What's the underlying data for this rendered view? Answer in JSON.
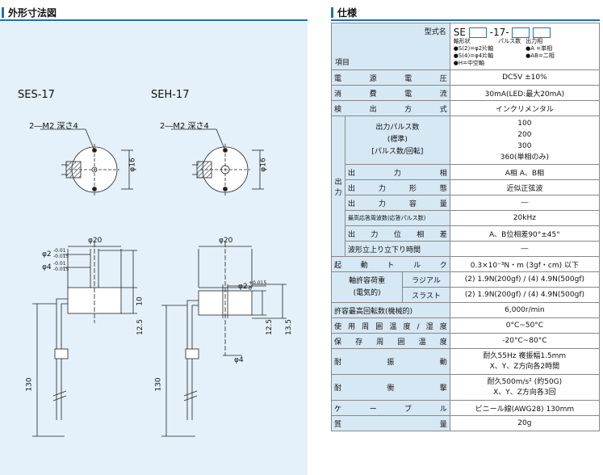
{
  "left": {
    "title": "外形寸法図",
    "ses_label": "SES-17",
    "seh_label": "SEH-17",
    "note_m2": "2―M2 深さ4",
    "dim_phi16": "φ16",
    "dim_phi20": "φ20",
    "dim_phi2": "φ2",
    "dim_phi2_tol_upper": "-0.01",
    "dim_phi2_tol_lower": "-0.015",
    "dim_phi4": "φ4",
    "dim_phi4_tol_upper": "-0.01",
    "dim_phi4_tol_lower": "-0.015",
    "dim_hole_phi2": "φ2",
    "dim_hole_tol": "+0.015",
    "dim_hole_tol2": "0",
    "dim_phi4_bottom": "φ4",
    "dim_10": "10",
    "dim_12_5": "12.5",
    "dim_13_5": "13.5",
    "dim_130": "130"
  },
  "right": {
    "title": "仕様",
    "header": {
      "model_label": "型式名",
      "item_label": "項目",
      "model_code_prefix": "SE",
      "model_code_mid": "-17-",
      "shaft_label": "軸形状",
      "shaft_opts": [
        "●S(2)=φ2片軸",
        "●S(4)=φ4片軸",
        "●H=中空軸"
      ],
      "pulse_label": "パルス数",
      "phase_label": "出力相",
      "phase_opts": [
        "●A =単相",
        "●AB=二相"
      ]
    },
    "group_output": "出力",
    "rows": [
      {
        "k": "電源電圧",
        "v": "DC5V ±10%"
      },
      {
        "k": "消費電流",
        "v": "30mA(LED:最大20mA)"
      },
      {
        "k": "検出方式",
        "v": "インクリメンタル"
      }
    ],
    "output_rows": {
      "pulse_k1": "出力パルス数",
      "pulse_k2": "(標準)",
      "pulse_k3": "[パルス数/回転]",
      "pulse_vals": [
        "100",
        "200",
        "300",
        "360(単相のみ)"
      ],
      "phase_k": "出力相",
      "phase_v": "A相 A、B相",
      "form_k": "出力形態",
      "form_v": "近似正弦波",
      "cap_k": "出力容量",
      "cap_v": "―",
      "freq_k": "最高応答周波数(応答パルス数)",
      "freq_v": "20kHz",
      "phase_diff_k": "出力位相差",
      "phase_diff_v": "A、B位相差90°±45°",
      "rise_k": "波形立上り立下り時間",
      "rise_v": "―"
    },
    "torque_k": "起動トルク",
    "torque_v": "0.3×10⁻³N・m (3gf・cm) 以下",
    "load_k1": "軸許容荷重",
    "load_k2": "(電気的)",
    "radial_k": "ラジアル",
    "radial_v": "(2) 1.9N(200gf) / (4) 4.9N(500gf)",
    "thrust_k": "スラスト",
    "thrust_v": "(2) 1.9N(200gf) / (4) 4.9N(500gf)",
    "speed_k": "許容最高回転数(機械的)",
    "speed_v": "6,000r/min",
    "temp_use_k": "使用周囲温度/湿度",
    "temp_use_v": "0°C~50°C",
    "temp_store_k": "保存周囲温度",
    "temp_store_v": "-20°C~80°C",
    "vib_k": "耐振動",
    "vib_v1": "耐久55Hz 複振幅1.5mm",
    "vib_v2": "X、Y、Z方向各2時間",
    "shock_k": "耐衝撃",
    "shock_v1": "耐久500m/s² (約50G)",
    "shock_v2": "X、Y、Z方向各3回",
    "cable_k": "ケーブル",
    "cable_v": "ビニール線(AWG28) 130mm",
    "mass_k": "質量",
    "mass_v": "20g"
  }
}
